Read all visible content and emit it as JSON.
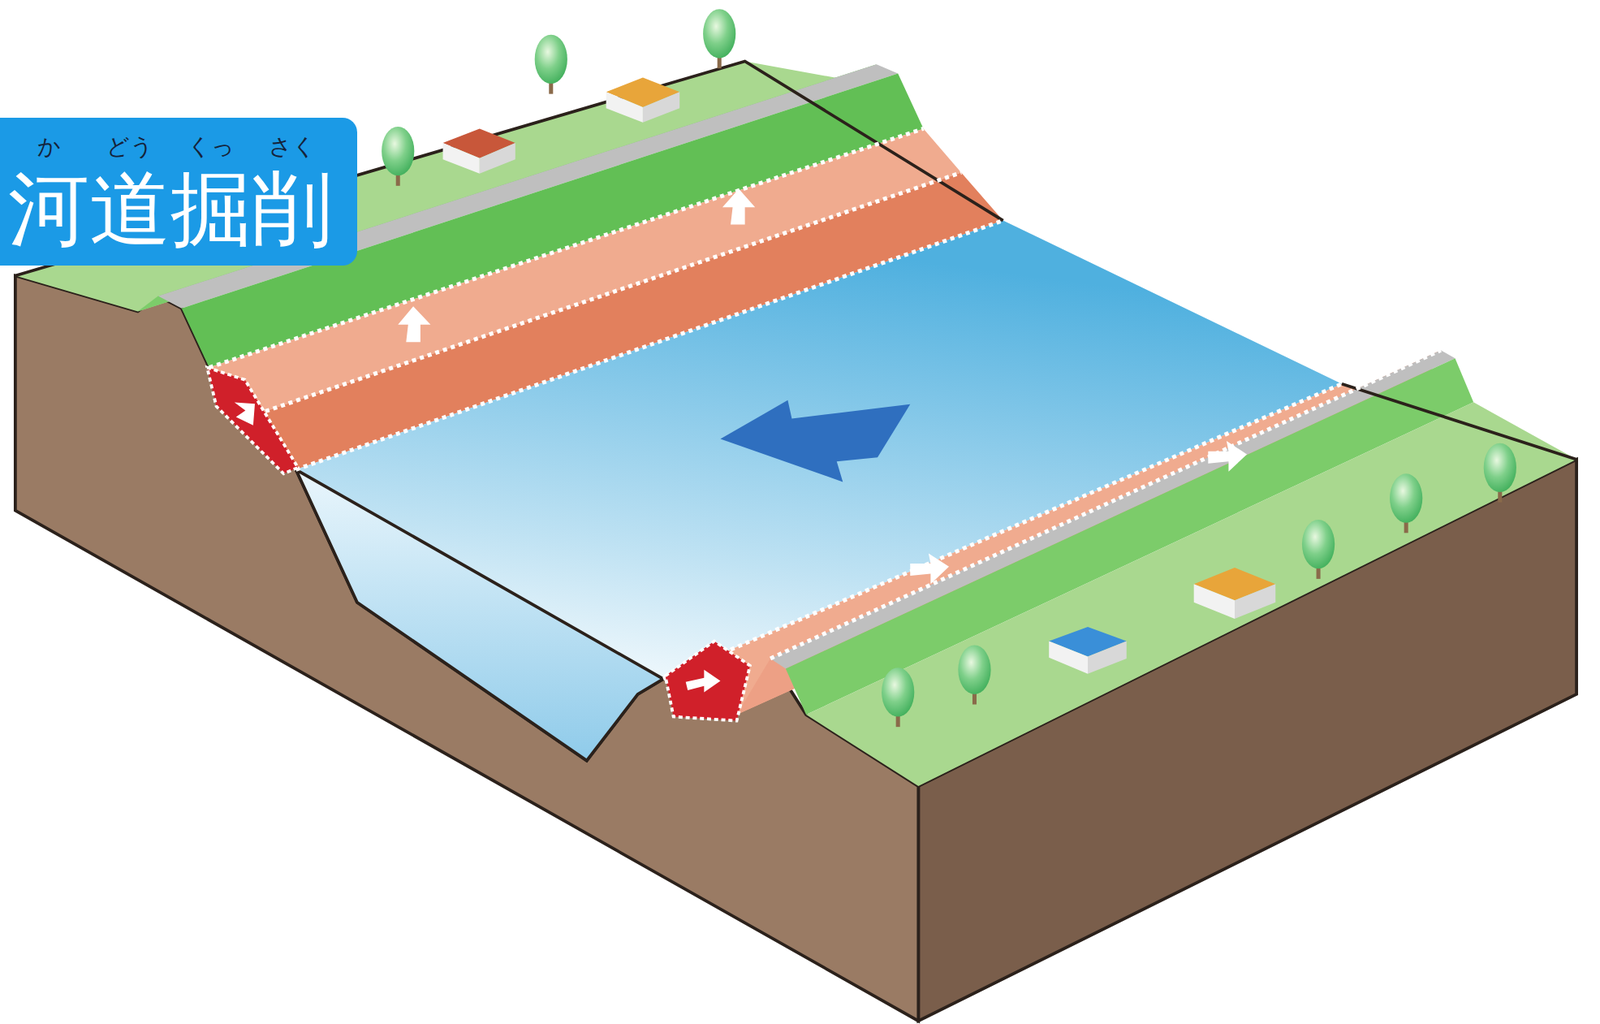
{
  "diagram": {
    "title": "河道掘削",
    "labels": [
      "か",
      "どう",
      "くっ",
      "さく"
    ]
  }
}
